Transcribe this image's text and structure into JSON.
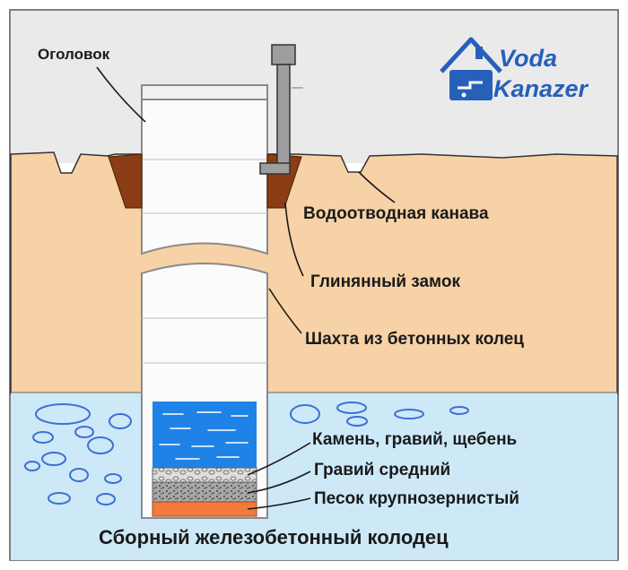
{
  "labels": {
    "head": "Оголовок",
    "drainage_ditch": "Водоотводная канава",
    "clay_lock": "Глинянный замок",
    "shaft": "Шахта из бетонных колец",
    "stone_layer": "Камень, гравий, щебень",
    "gravel_layer": "Гравий средний",
    "sand_layer": "Песок крупнозернистый"
  },
  "caption": "Сборный железобетонный колодец",
  "logo": {
    "word1": "Voda",
    "word2": "Kanazer",
    "icon": "house-faucet-icon"
  },
  "icons": {
    "logo": "house-faucet-icon"
  },
  "colors": {
    "sky": "#eaeaea",
    "soil": "#f7d2a6",
    "groundwater": "#cde9f7",
    "water": "#1f82e6",
    "clay": "#8a3c14",
    "sand": "#f27b3a",
    "logo_blue": "#2660b8"
  }
}
